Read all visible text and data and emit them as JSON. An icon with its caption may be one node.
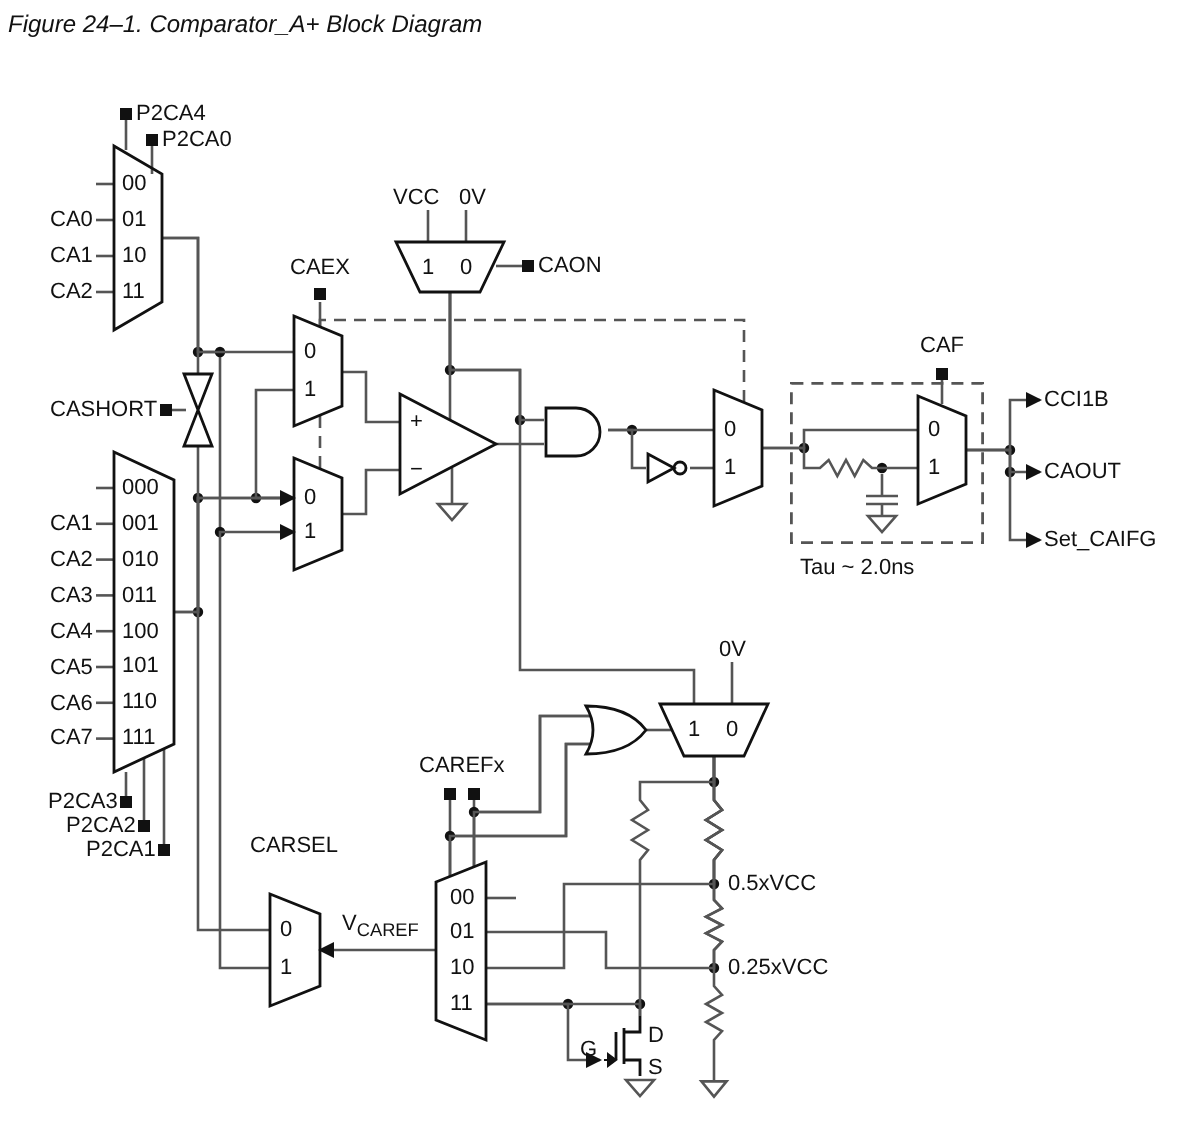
{
  "diagram": {
    "title": "Figure 24–1.  Comparator_A+ Block Diagram",
    "nodes": [
      {
        "text": [
          "00",
          "01",
          "10",
          "11"
        ]
      },
      {
        "text": [],
        "shape": "switch"
      },
      {
        "text": [
          "000",
          "001",
          "010",
          "011",
          "100",
          "101",
          "110",
          "111"
        ]
      },
      {
        "text": [
          "0",
          "1"
        ]
      },
      {
        "text": [
          "0",
          "1"
        ]
      },
      {
        "text": [
          "1",
          "0"
        ]
      },
      {
        "text": [
          "+",
          "−"
        ]
      },
      {
        "text": [],
        "shape": "gate"
      },
      {
        "text": [],
        "shape": "gate"
      },
      {
        "text": [
          "0",
          "1"
        ]
      },
      {
        "text": [],
        "shape": "box",
        "beside": [
          "Tau ~ 2.0ns"
        ]
      },
      {
        "text": [
          "0",
          "1"
        ],
        "in": 10
      },
      {
        "text": [],
        "shape": "gate"
      },
      {
        "text": [
          "1",
          "0"
        ]
      },
      {
        "text": [
          "00",
          "01",
          "10",
          "11"
        ]
      },
      {
        "text": [
          "0",
          "1"
        ]
      },
      {
        "text": [],
        "shape": "transistor",
        "beside": [
          "G",
          "D",
          "S"
        ]
      },
      {
        "text": [
          "CCI1B"
        ]
      },
      {
        "text": [
          "CAOUT"
        ]
      },
      {
        "text": [
          "Set_CAIFG"
        ]
      },
      {
        "text": [],
        "shape": "ground"
      }
    ],
    "edges": [
      {
        "from": 0,
        "to": 3,
        "arrow": "none"
      },
      {
        "from": 0,
        "to": 1,
        "arrow": "none"
      },
      {
        "from": 1,
        "to": 2,
        "arrow": "none"
      },
      {
        "from": 2,
        "to": 4,
        "arrow": "none"
      },
      {
        "from": 3,
        "to": 4,
        "arrow": "none"
      },
      {
        "from": 3,
        "to": 4,
        "arrow": "none",
        "style": "dashed"
      },
      {
        "from": 3,
        "to": 9,
        "arrow": "none",
        "style": "dashed"
      },
      {
        "from": 15,
        "to": 4,
        "arrow": "to"
      },
      {
        "from": 15,
        "to": 4,
        "arrow": "to"
      },
      {
        "from": 3,
        "to": 6,
        "arrow": "none"
      },
      {
        "from": 4,
        "to": 6,
        "arrow": "none"
      },
      {
        "from": 5,
        "to": 6,
        "arrow": "none"
      },
      {
        "from": 5,
        "to": 7,
        "arrow": "none"
      },
      {
        "from": 5,
        "to": 13,
        "arrow": "none"
      },
      {
        "from": 6,
        "to": 7,
        "arrow": "none"
      },
      {
        "from": 7,
        "to": 9,
        "arrow": "none"
      },
      {
        "from": 7,
        "to": 8,
        "arrow": "none"
      },
      {
        "from": 8,
        "to": 9,
        "arrow": "none"
      },
      {
        "from": 9,
        "to": 11,
        "arrow": "none"
      },
      {
        "from": 11,
        "to": 17,
        "arrow": "to"
      },
      {
        "from": 11,
        "to": 18,
        "arrow": "to"
      },
      {
        "from": 11,
        "to": 19,
        "arrow": "to"
      },
      {
        "from": 12,
        "to": 13,
        "arrow": "none"
      },
      {
        "from": 13,
        "to": 14,
        "arrow": "none"
      },
      {
        "from": 13,
        "to": 14,
        "arrow": "none"
      },
      {
        "from": 13,
        "to": 16,
        "arrow": "none"
      },
      {
        "from": 14,
        "to": 15,
        "arrow": "to",
        "label": "V$_{CAREF}$"
      },
      {
        "from": 14,
        "to": 16,
        "arrow": "none"
      },
      {
        "from": 14,
        "to": 16,
        "arrow": "to"
      },
      {
        "from": 9,
        "to": 11,
        "arrow": "none"
      },
      {
        "from": 14,
        "to": 12,
        "arrow": "none"
      },
      {
        "from": 14,
        "to": 12,
        "arrow": "none"
      },
      {
        "from": 13,
        "to": 20,
        "arrow": "none"
      }
    ],
    "labels": [
      "P2CA4",
      "P2CA0",
      "CA0",
      "CA1",
      "CA2",
      "CASHORT",
      "CA1",
      "CA2",
      "CA3",
      "CA4",
      "CA5",
      "CA6",
      "CA7",
      "P2CA3",
      "P2CA2",
      "P2CA1",
      "VCC",
      "0V",
      "CAON",
      "CAEX",
      "CAF",
      "0V",
      "CAREFx",
      "CARSEL",
      "0.5xVCC",
      "0.25xVCC"
    ]
  }
}
